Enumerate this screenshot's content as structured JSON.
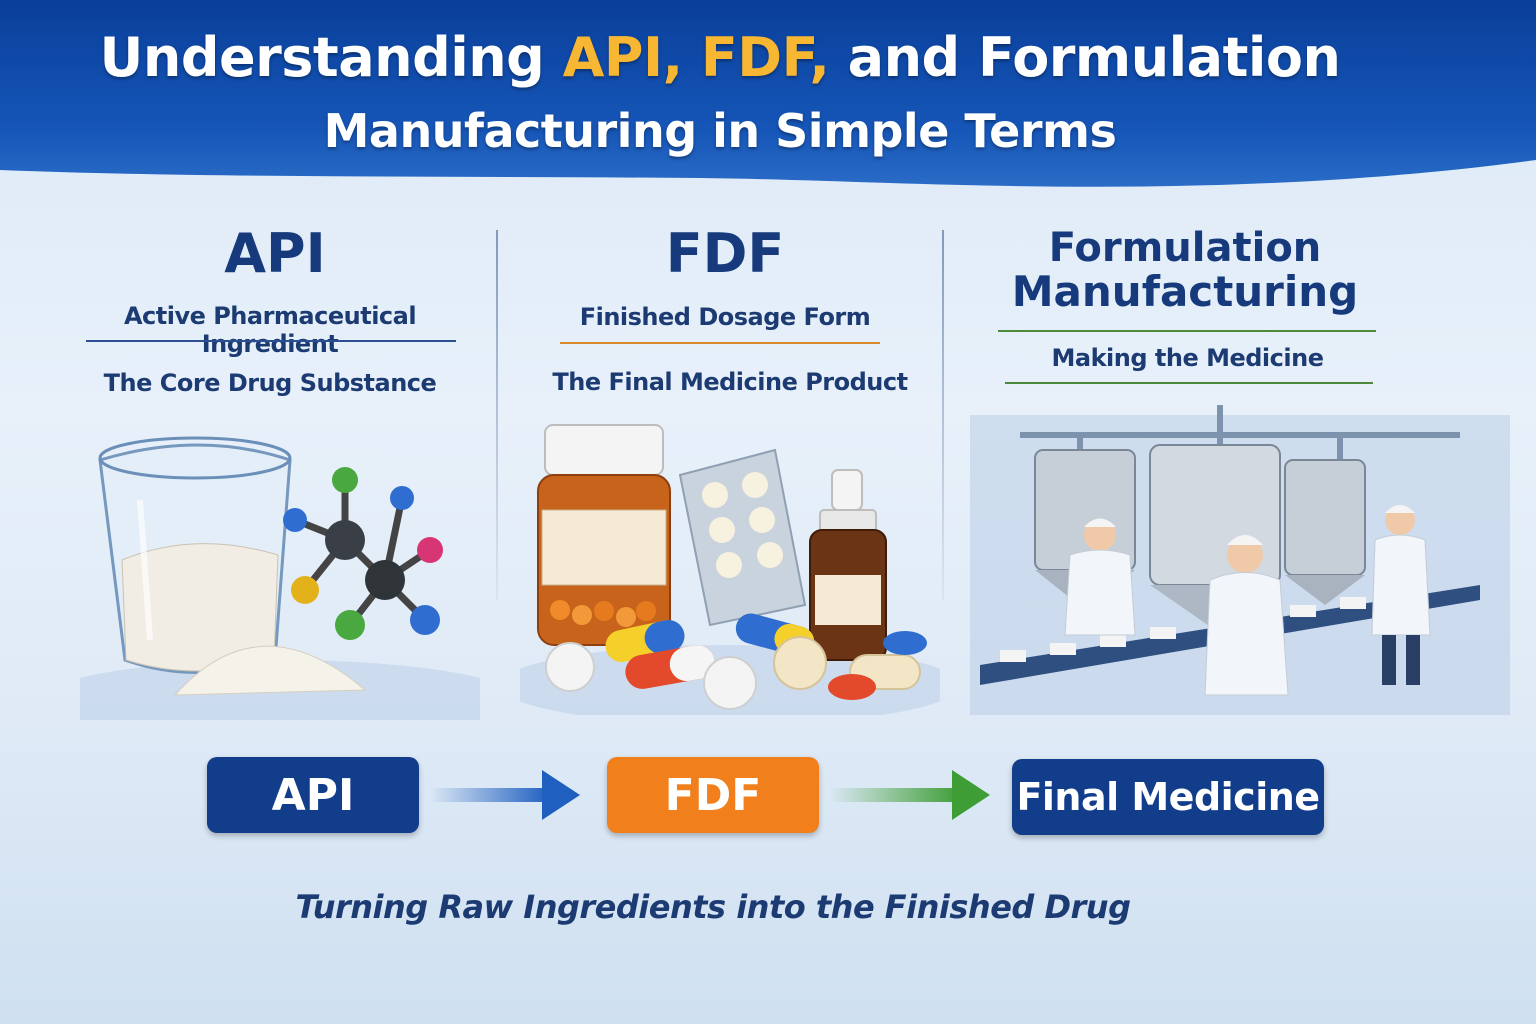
{
  "header": {
    "title_part1": "Understanding ",
    "title_highlight": "API, FDF,",
    "title_part2": " and Formulation",
    "title_line2": "Manufacturing in Simple Terms"
  },
  "columns": [
    {
      "title": "API",
      "subtitle": "Active Pharmaceutical Ingredient",
      "description": "The Core Drug Substance",
      "illustration": "beaker-powder-molecule"
    },
    {
      "title": "FDF",
      "subtitle": "Finished Dosage Form",
      "description": "The Final Medicine Product",
      "illustration": "pill-bottle-blister-capsules"
    },
    {
      "title_line1": "Formulation",
      "title_line2": "Manufacturing",
      "subtitle": "Making the Medicine",
      "illustration": "factory-workers-conveyor"
    }
  ],
  "flow": {
    "step1": "API",
    "step2": "FDF",
    "step3": "Final Medicine"
  },
  "tagline": "Turning Raw Ingredients into the Finished Drug",
  "colors": {
    "header_blue": "#0f4aa8",
    "navy": "#123d8a",
    "orange": "#f07f1c",
    "highlight_gold": "#f7b733",
    "green_arrow": "#3e9e35"
  }
}
